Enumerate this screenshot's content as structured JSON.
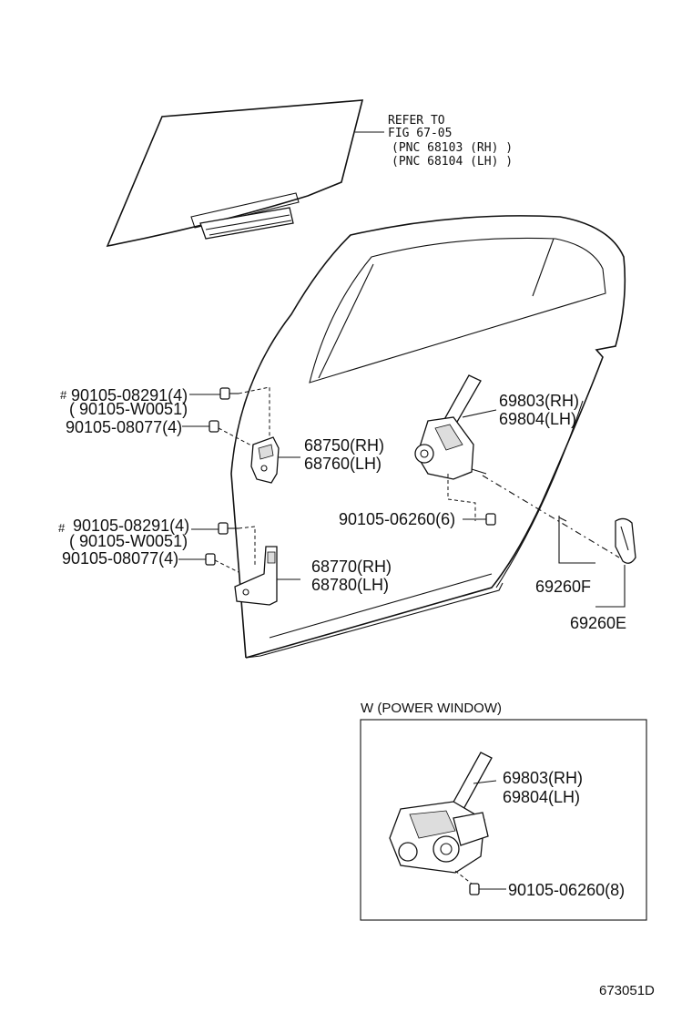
{
  "glass_callout": {
    "line1": "REFER TO",
    "line2": "FIG 67-05",
    "line3": "(PNC 68103 (RH) )",
    "line4": "(PNC 68104 (LH) )"
  },
  "upper_hinge_bolts": {
    "mark": "#",
    "bolt_a": "90105-08291(4)",
    "bolt_a_alt": "( 90105-W0051)",
    "bolt_b": "90105-08077(4)"
  },
  "lower_hinge_bolts": {
    "mark": "#",
    "bolt_a": "90105-08291(4)",
    "bolt_a_alt": "( 90105-W0051)",
    "bolt_b": "90105-08077(4)"
  },
  "upper_hinge": {
    "rh": "68750(RH)",
    "lh": "68760(LH)"
  },
  "lower_hinge": {
    "rh": "68770(RH)",
    "lh": "68780(LH)"
  },
  "regulator": {
    "rh": "69803(RH)",
    "lh": "69804(LH)",
    "bolt": "90105-06260(6)"
  },
  "handle": {
    "part_f": "69260F",
    "part_e": "69260E"
  },
  "power_window": {
    "title": "W (POWER WINDOW)",
    "rh": "69803(RH)",
    "lh": "69804(LH)",
    "bolt": "90105-06260(8)"
  },
  "figure_code": "673051D"
}
